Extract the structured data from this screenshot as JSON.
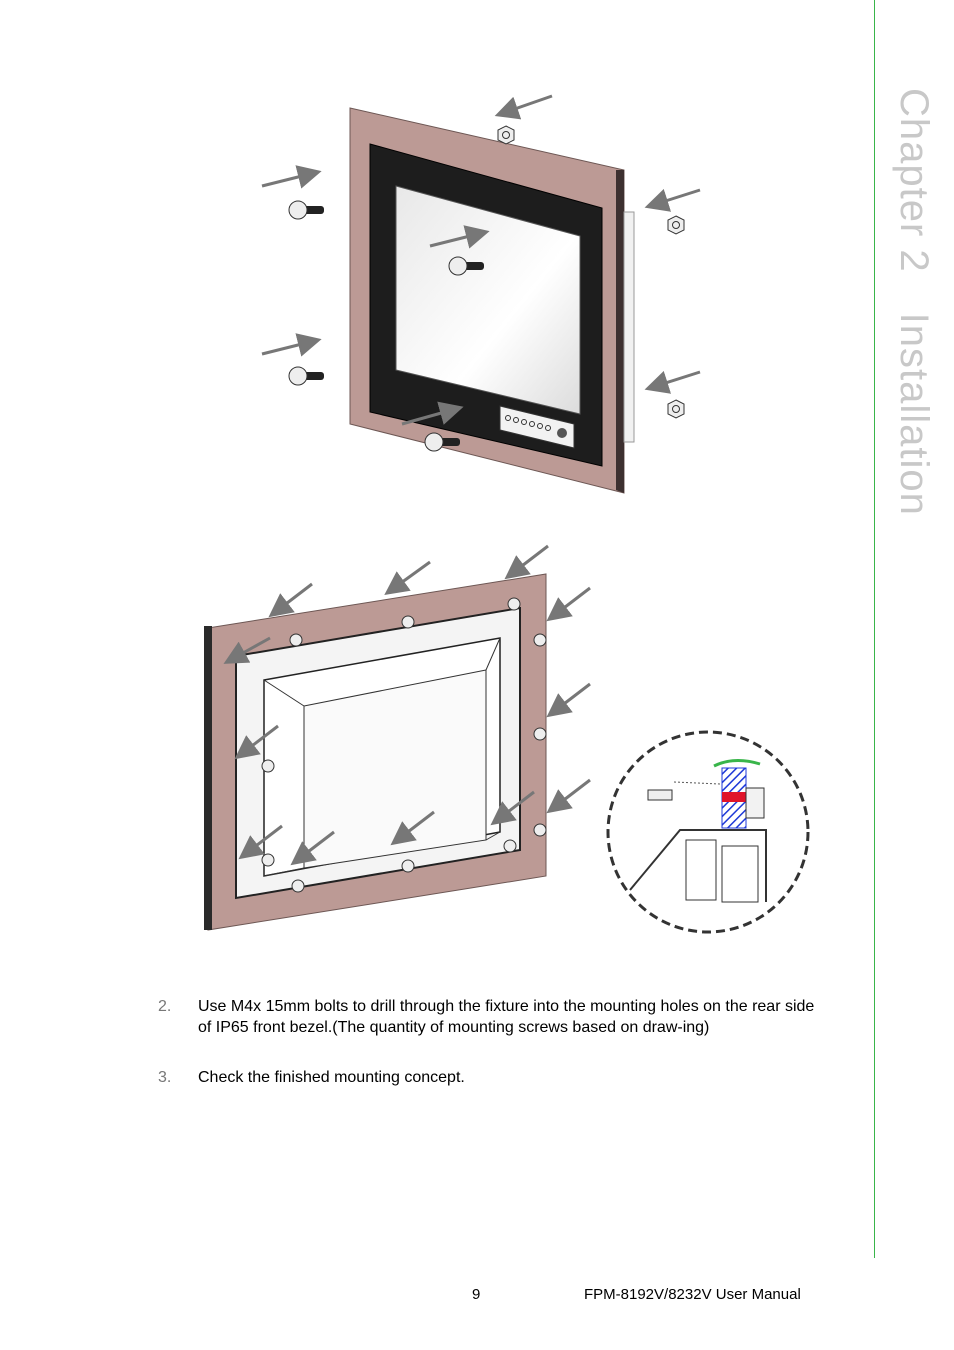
{
  "sidebar": {
    "chapter_label": "Chapter 2",
    "section_label": "Installation"
  },
  "colors": {
    "rule": "#39b54a",
    "panel": "#bc9a95",
    "tab_text": "#c8c8c8",
    "hatch": "#1f3ad8",
    "gasket": "#e0142a"
  },
  "steps": [
    {
      "number": "2.",
      "text": "Use M4x 15mm bolts to drill through the fixture into the mounting holes on the rear side of IP65 front bezel.(The quantity of mounting screws based on draw-ing)"
    },
    {
      "number": "3.",
      "text": "Check the finished mounting concept."
    }
  ],
  "footer": {
    "page_number": "9",
    "manual_title": "FPM-8192V/8232V User Manual"
  }
}
